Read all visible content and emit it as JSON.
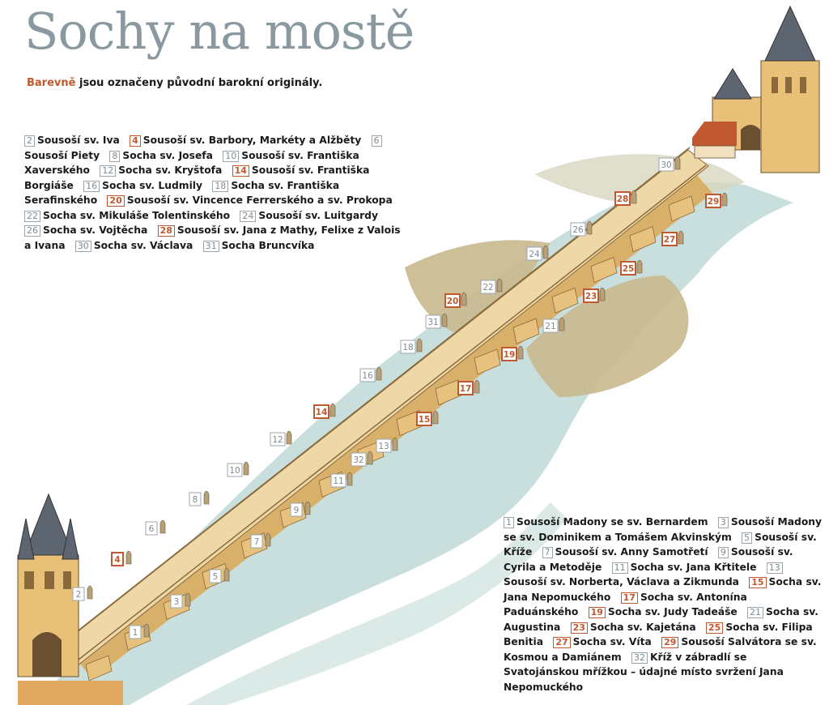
{
  "title": "Sochy na mostě",
  "subtitle": {
    "highlight": "Barevně",
    "rest": " jsou označeny původní barokní originály."
  },
  "colors": {
    "title": "#8a98a0",
    "highlight": "#c0592f",
    "river": "#c8dfdd",
    "island": "#c8b98e",
    "bridge": "#efd8a8",
    "bridge_shade": "#d8b06a",
    "tower": "#e8c078",
    "roof": "#5d6670",
    "marker_original_border": "#c0592f",
    "marker_copy_border": "#9aa5ad"
  },
  "legend_top": [
    {
      "num": "2",
      "name": "Sousoší sv. Iva",
      "original": false
    },
    {
      "num": "4",
      "name": "Sousoší sv. Barbory, Markéty a Alžběty",
      "original": true
    },
    {
      "num": "6",
      "name": "Sousoší Piety",
      "original": false
    },
    {
      "num": "8",
      "name": "Socha sv. Josefa",
      "original": false
    },
    {
      "num": "10",
      "name": "Sousoší sv. Františka Xaverského",
      "original": false
    },
    {
      "num": "12",
      "name": "Socha sv. Kryštofa",
      "original": false
    },
    {
      "num": "14",
      "name": "Sousoší sv. Františka Borgiáše",
      "original": true
    },
    {
      "num": "16",
      "name": "Socha sv. Ludmily",
      "original": false
    },
    {
      "num": "18",
      "name": "Socha sv. Františka Serafinského",
      "original": false
    },
    {
      "num": "20",
      "name": "Sousoší sv. Vincence Ferrerského a sv. Prokopa",
      "original": true
    },
    {
      "num": "22",
      "name": "Socha sv. Mikuláše Tolentinského",
      "original": false
    },
    {
      "num": "24",
      "name": "Sousoší sv. Luitgardy",
      "original": false
    },
    {
      "num": "26",
      "name": "Socha sv. Vojtěcha",
      "original": false
    },
    {
      "num": "28",
      "name": "Sousoší sv. Jana z Mathy, Felixe z Valois a Ivana",
      "original": true
    },
    {
      "num": "30",
      "name": "Socha sv. Václava",
      "original": false
    },
    {
      "num": "31",
      "name": "Socha Bruncvíka",
      "original": false
    }
  ],
  "legend_bottom": [
    {
      "num": "1",
      "name": "Sousoší Madony se sv. Bernardem",
      "original": false
    },
    {
      "num": "3",
      "name": "Sousoší Madony se sv. Dominikem a Tomášem Akvinským",
      "original": false
    },
    {
      "num": "5",
      "name": "Sousoší sv. Kříže",
      "original": false
    },
    {
      "num": "7",
      "name": "Sousoší sv. Anny Samotřetí",
      "original": false
    },
    {
      "num": "9",
      "name": "Sousoší sv. Cyrila a Metoděje",
      "original": false
    },
    {
      "num": "11",
      "name": "Socha sv. Jana Křtitele",
      "original": false
    },
    {
      "num": "13",
      "name": "Sousoší sv. Norberta, Václava a Zikmunda",
      "original": false
    },
    {
      "num": "15",
      "name": "Socha sv. Jana Nepomuckého",
      "original": true
    },
    {
      "num": "17",
      "name": "Socha sv. Antonína Paduánského",
      "original": true
    },
    {
      "num": "19",
      "name": "Socha sv. Judy Tadeáše",
      "original": true
    },
    {
      "num": "21",
      "name": "Socha sv. Augustina",
      "original": false
    },
    {
      "num": "23",
      "name": "Socha sv. Kajetána",
      "original": true
    },
    {
      "num": "25",
      "name": "Socha sv. Filipa Benitia",
      "original": true
    },
    {
      "num": "27",
      "name": "Socha sv. Víta",
      "original": true
    },
    {
      "num": "29",
      "name": "Sousoší Salvátora se sv. Kosmou a Damiánem",
      "original": true
    },
    {
      "num": "32",
      "name": "Kříž v zábradlí se Svatojánskou mřížkou – údajné místo svržení Jana Nepomuckého",
      "original": false
    }
  ],
  "map_markers": [
    {
      "num": "1",
      "original": false
    },
    {
      "num": "2",
      "original": false
    },
    {
      "num": "3",
      "original": false
    },
    {
      "num": "4",
      "original": true
    },
    {
      "num": "5",
      "original": false
    },
    {
      "num": "6",
      "original": false
    },
    {
      "num": "7",
      "original": false
    },
    {
      "num": "8",
      "original": false
    },
    {
      "num": "9",
      "original": false
    },
    {
      "num": "10",
      "original": false
    },
    {
      "num": "11",
      "original": false
    },
    {
      "num": "12",
      "original": false
    },
    {
      "num": "13",
      "original": false
    },
    {
      "num": "14",
      "original": true
    },
    {
      "num": "15",
      "original": true
    },
    {
      "num": "16",
      "original": false
    },
    {
      "num": "17",
      "original": true
    },
    {
      "num": "18",
      "original": false
    },
    {
      "num": "19",
      "original": true
    },
    {
      "num": "20",
      "original": true
    },
    {
      "num": "21",
      "original": false
    },
    {
      "num": "22",
      "original": false
    },
    {
      "num": "23",
      "original": true
    },
    {
      "num": "24",
      "original": false
    },
    {
      "num": "25",
      "original": true
    },
    {
      "num": "26",
      "original": false
    },
    {
      "num": "27",
      "original": true
    },
    {
      "num": "28",
      "original": true
    },
    {
      "num": "29",
      "original": true
    },
    {
      "num": "30",
      "original": false
    },
    {
      "num": "31",
      "original": false
    },
    {
      "num": "32",
      "original": false
    }
  ]
}
